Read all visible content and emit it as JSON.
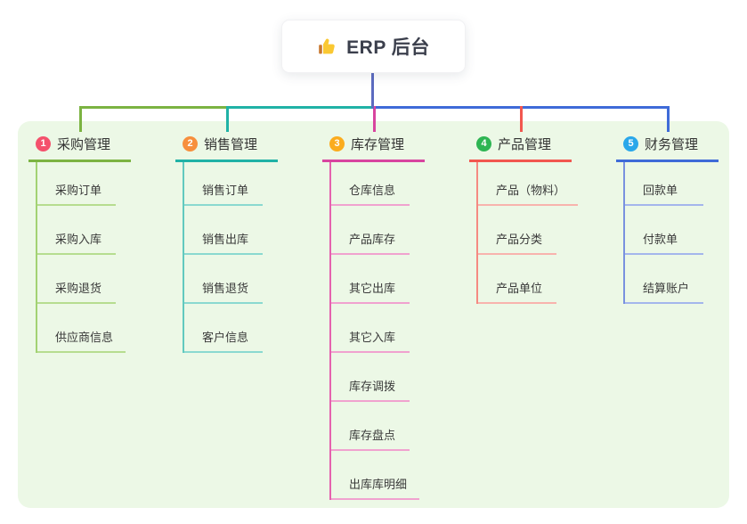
{
  "root": {
    "title": "ERP 后台",
    "icon": "thumbs-up-icon",
    "icon_color": "#fac832",
    "line_color": "#5c6bc0"
  },
  "panel": {
    "background": "#ecf8e6"
  },
  "branches": [
    {
      "index": "1",
      "label": "采购管理",
      "badge_color": "#f4516c",
      "line_color": "#7cb342",
      "trunk_color": "#a3d273",
      "child_line_color": "#b6dd8f",
      "children": [
        {
          "label": "采购订单"
        },
        {
          "label": "采购入库"
        },
        {
          "label": "采购退货"
        },
        {
          "label": "供应商信息"
        }
      ]
    },
    {
      "index": "2",
      "label": "销售管理",
      "badge_color": "#f78f3d",
      "line_color": "#20b2a6",
      "trunk_color": "#62c9bf",
      "child_line_color": "#8ad9d0",
      "children": [
        {
          "label": "销售订单"
        },
        {
          "label": "销售出库"
        },
        {
          "label": "销售退货"
        },
        {
          "label": "客户信息"
        }
      ]
    },
    {
      "index": "3",
      "label": "库存管理",
      "badge_color": "#fbac1d",
      "line_color": "#d8449f",
      "trunk_color": "#e561ae",
      "child_line_color": "#f0a2cf",
      "children": [
        {
          "label": "仓库信息"
        },
        {
          "label": "产品库存"
        },
        {
          "label": "其它出库"
        },
        {
          "label": "其它入库"
        },
        {
          "label": "库存调拨"
        },
        {
          "label": "库存盘点"
        },
        {
          "label": "出库库明细"
        }
      ]
    },
    {
      "index": "4",
      "label": "产品管理",
      "badge_color": "#2eb553",
      "line_color": "#f2574f",
      "trunk_color": "#f58a82",
      "child_line_color": "#f8b3ad",
      "children": [
        {
          "label": "产品（物料）"
        },
        {
          "label": "产品分类"
        },
        {
          "label": "产品单位"
        }
      ]
    },
    {
      "index": "5",
      "label": "财务管理",
      "badge_color": "#29a7ea",
      "line_color": "#3f6bd8",
      "trunk_color": "#7991df",
      "child_line_color": "#a4b6ec",
      "children": [
        {
          "label": "回款单"
        },
        {
          "label": "付款单"
        },
        {
          "label": "结算账户"
        }
      ]
    }
  ]
}
